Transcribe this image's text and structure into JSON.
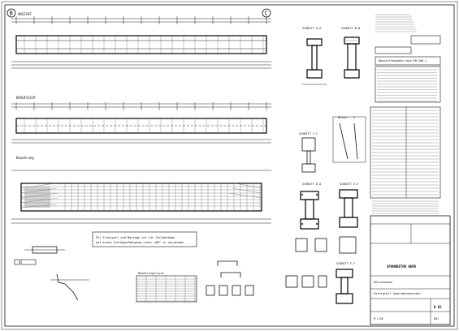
{
  "sheet": {
    "view_elevation": "ANSICHT",
    "view_top": "DRAUFSICHT",
    "reinforcement_label": "Bewehrung",
    "grid_left": "B",
    "grid_right": "C",
    "transport_note": "Für Transport und Montage ist ein Seilgehänge mit einem Schrägaufhängung unter ≥60° zu verwenden.",
    "sections": [
      "SCHNITT A-A",
      "SCHNITT B-B",
      "SCHNITT C-C",
      "Detail - X",
      "SCHNITT D-D",
      "SCHNITT E-E",
      "SCHNITT F-F"
    ],
    "legend_title": "Bewehrungsliste",
    "stamp_title": "Baustoffangaben nach EN 206-1",
    "title_block": {
      "company": "SPANNBETON WERK",
      "drawing": "Fertigteil Spannbetonbinder",
      "project": "Hallenneubau",
      "scale": "M 1:50",
      "plan_no": "B 02",
      "index": "001"
    }
  }
}
